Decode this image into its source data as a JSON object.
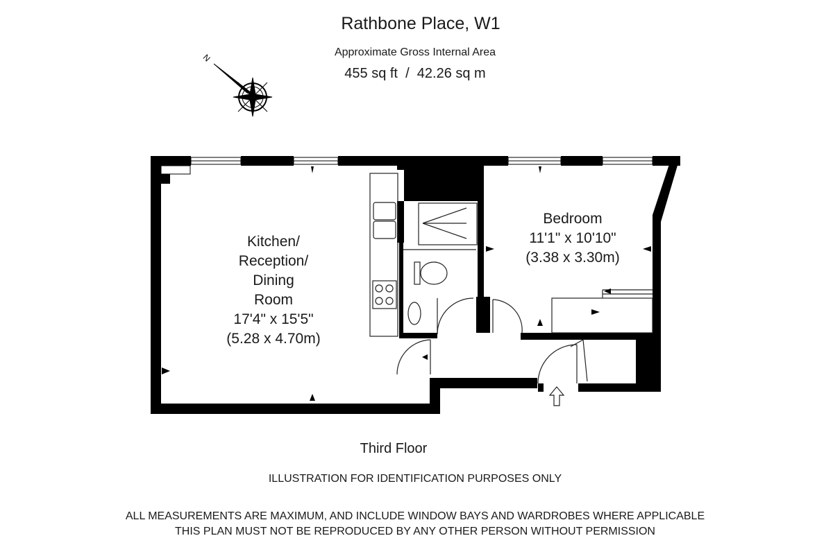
{
  "header": {
    "title": "Rathbone Place, W1",
    "area_label": "Approximate Gross Internal Area",
    "area_value": "455 sq ft  /  42.26 sq m"
  },
  "compass": {
    "north_letter": "N",
    "icon": "compass-rose-icon"
  },
  "rooms": {
    "kitchen": {
      "name_lines": [
        "Kitchen/",
        "Reception/",
        "Dining",
        "Room"
      ],
      "dimensions_imperial": "17'4\" x 15'5\"",
      "dimensions_metric": "(5.28 x 4.70m)"
    },
    "bedroom": {
      "name_lines": [
        "Bedroom"
      ],
      "dimensions_imperial": "11'1\" x 10'10\"",
      "dimensions_metric": "(3.38 x 3.30m)"
    }
  },
  "footer": {
    "floor_label": "Third Floor",
    "disclaimer": "ILLUSTRATION FOR IDENTIFICATION PURPOSES ONLY",
    "note_line_1": "ALL MEASUREMENTS ARE MAXIMUM, AND INCLUDE WINDOW BAYS AND WARDROBES WHERE APPLICABLE",
    "note_line_2": "THIS PLAN MUST NOT BE REPRODUCED BY ANY OTHER PERSON WITHOUT PERMISSION"
  },
  "colors": {
    "wall": "#000000",
    "line": "#1a1a1a",
    "background": "#ffffff"
  }
}
